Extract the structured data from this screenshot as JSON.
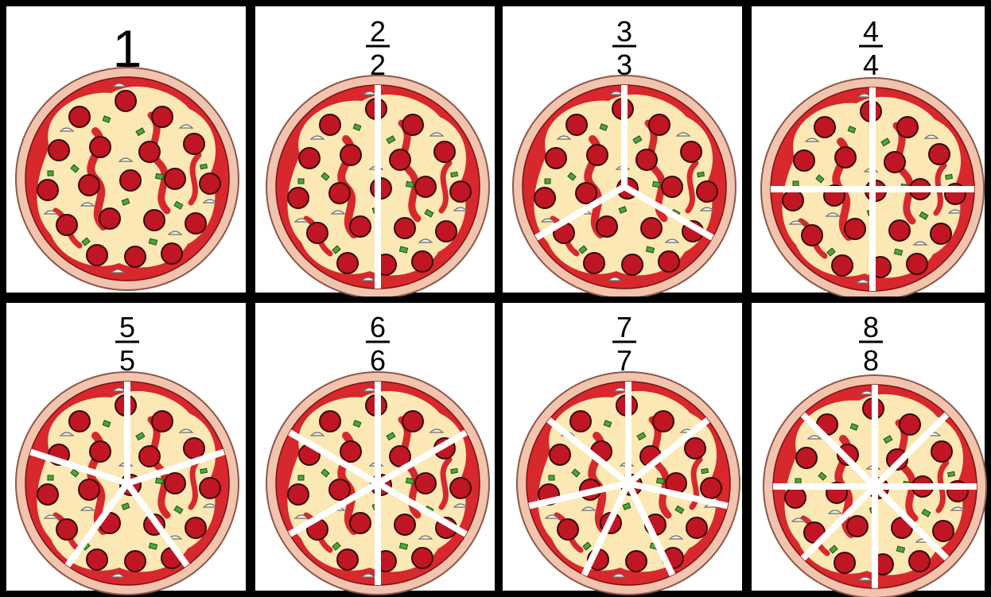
{
  "cells": [
    {
      "slices": 1,
      "label": {
        "type": "whole",
        "text": "1"
      }
    },
    {
      "slices": 2,
      "label": {
        "type": "fraction",
        "numerator": "2",
        "denominator": "2"
      }
    },
    {
      "slices": 3,
      "label": {
        "type": "fraction",
        "numerator": "3",
        "denominator": "3"
      }
    },
    {
      "slices": 4,
      "label": {
        "type": "fraction",
        "numerator": "4",
        "denominator": "4"
      }
    },
    {
      "slices": 5,
      "label": {
        "type": "fraction",
        "numerator": "5",
        "denominator": "5"
      }
    },
    {
      "slices": 6,
      "label": {
        "type": "fraction",
        "numerator": "6",
        "denominator": "6"
      }
    },
    {
      "slices": 7,
      "label": {
        "type": "fraction",
        "numerator": "7",
        "denominator": "7"
      }
    },
    {
      "slices": 8,
      "label": {
        "type": "fraction",
        "numerator": "8",
        "denominator": "8"
      }
    }
  ],
  "colors": {
    "border": "#000000",
    "cell_background": "#ffffff",
    "crust": "#f2c3ad",
    "crust_edge": "#8a5a4a",
    "sauce": "#d7282d",
    "cheese": "#fbe8b4",
    "pepperoni": "#c01624",
    "pepperoni_outline": "#3a0a0a",
    "pepper": "#4aa83a",
    "mushroom": "#f4f4f4",
    "cut_line": "#ffffff"
  },
  "icons": [
    "pepperoni-pizza-icon"
  ]
}
